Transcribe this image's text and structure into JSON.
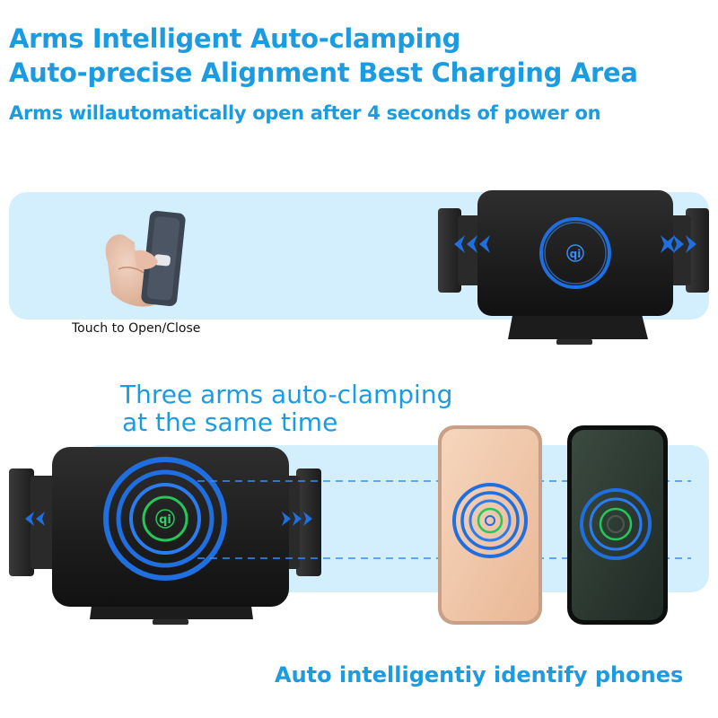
{
  "headlines": {
    "line1": "Arms  Intelligent Auto-clamping",
    "line2": "Auto-precise Alignment Best Charging Area",
    "line3": "Arms willautomatically open after 4 seconds of power on"
  },
  "touch_label": "Touch to Open/Close",
  "three_arms": {
    "line1": "Three arms auto-clamping",
    "line2": "at the same time"
  },
  "identify_label": "Auto intelligentiy identify phones",
  "colors": {
    "accent_blue": "#1b9be0",
    "band_bg": "#d3eefc",
    "device_black": "#1a1a1a",
    "ring_blue": "#1f6fe0",
    "ring_green": "#22c85a",
    "phone_gold": "#f2cdb0"
  },
  "icons": {
    "qi_logo": "qi-icon",
    "arrows": "chevron-icon"
  }
}
